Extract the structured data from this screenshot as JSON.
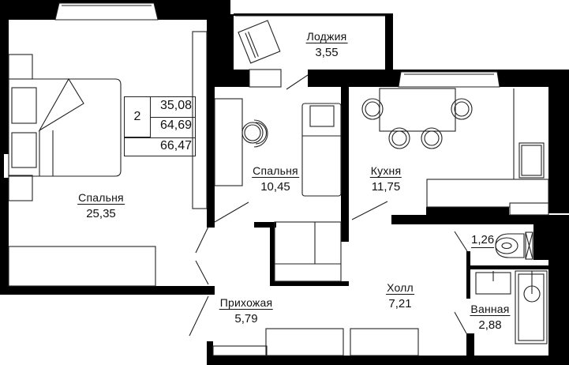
{
  "plan": {
    "type": "apartment-floor-plan",
    "wall_color": "#000000",
    "background": "#ffffff",
    "line_color": "#222222"
  },
  "summary": {
    "rooms_count": "2",
    "living_area": "35,08",
    "total_area": "64,69",
    "total_area_with_loggia": "66,47"
  },
  "rooms": [
    {
      "id": "bedroom-large",
      "name": "Спальня",
      "area": "25,35"
    },
    {
      "id": "loggia",
      "name": "Лоджия",
      "area": "3,55"
    },
    {
      "id": "bedroom-small",
      "name": "Спальня",
      "area": "10,45"
    },
    {
      "id": "kitchen",
      "name": "Кухня",
      "area": "11,75"
    },
    {
      "id": "hallway",
      "name": "Прихожая",
      "area": "5,79"
    },
    {
      "id": "hall",
      "name": "Холл",
      "area": "7,21"
    },
    {
      "id": "wc",
      "name": "",
      "area": "1,26"
    },
    {
      "id": "bathroom",
      "name": "Ванная",
      "area": "2,88"
    }
  ]
}
